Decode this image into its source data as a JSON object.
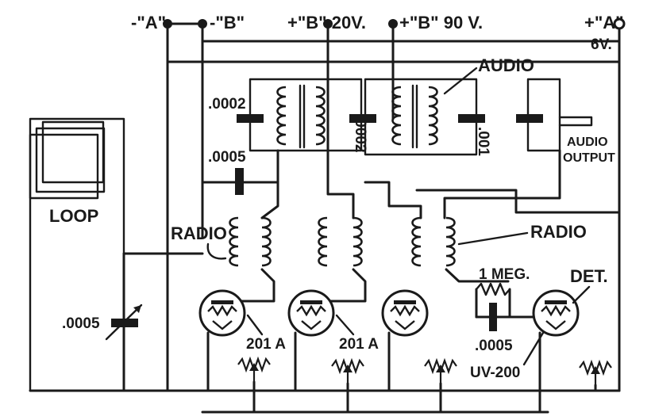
{
  "terminals": {
    "a_neg": "-\"A\"",
    "b_neg": "-\"B\"",
    "b_pos_20": "+\"B\" 20V.",
    "b_pos_90": "+\"B\" 90 V.",
    "a_pos": "+\"A\"",
    "a_pos_volts": "6V."
  },
  "labels": {
    "loop": "LOOP",
    "audio": "AUDIO",
    "audio_output_1": "AUDIO",
    "audio_output_2": "OUTPUT",
    "radio_left": "RADIO",
    "radio_right": "RADIO",
    "one_meg": "1 MEG.",
    "det": "DET.",
    "tube_1": "201 A",
    "tube_2": "201 A",
    "tube_4": "UV-200"
  },
  "capacitors": {
    "c_0002_left": ".0002",
    "c_0002_mid": ".0002",
    "c_001": ".001",
    "c_0005_top": ".0005",
    "c_0005_var": ".0005",
    "c_0005_grid": ".0005"
  }
}
